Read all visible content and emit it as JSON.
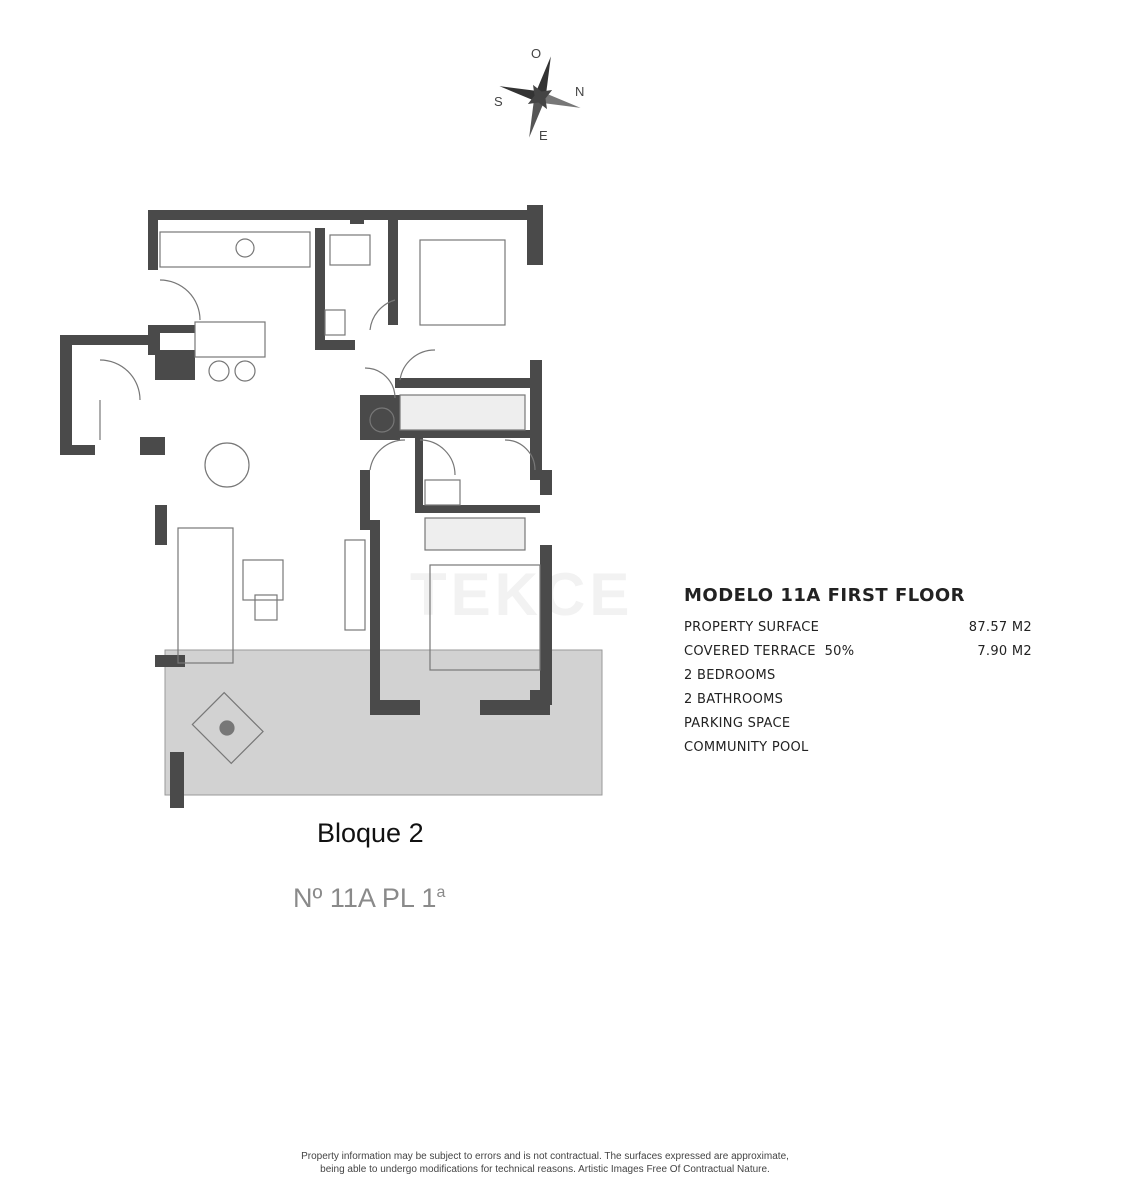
{
  "compass": {
    "north": "N",
    "south": "S",
    "east": "E",
    "west": "O"
  },
  "watermark": "TEKCE",
  "specs": {
    "title": "MODELO 11A FIRST FLOOR",
    "rows": [
      {
        "label": "PROPERTY SURFACE",
        "value": "87.57 M2"
      },
      {
        "label": "COVERED TERRACE  50%",
        "value": "7.90 M2"
      },
      {
        "label": "2 BEDROOMS",
        "value": ""
      },
      {
        "label": "2 BATHROOMS",
        "value": ""
      },
      {
        "label": "PARKING SPACE",
        "value": ""
      },
      {
        "label": "COMMUNITY POOL",
        "value": ""
      }
    ]
  },
  "block_label": "Bloque 2",
  "unit_label": "Nº 11A PL 1",
  "unit_sup": "a",
  "disclaimer": {
    "line1": "Property information may be subject to errors and is not contractual. The surfaces expressed are approximate,",
    "line2": "being able to undergo modifications for technical reasons. Artistic Images Free Of Contractual Nature."
  },
  "colors": {
    "wall": "#4a4a4a",
    "terrace": "#d2d2d2",
    "line": "#777777"
  }
}
